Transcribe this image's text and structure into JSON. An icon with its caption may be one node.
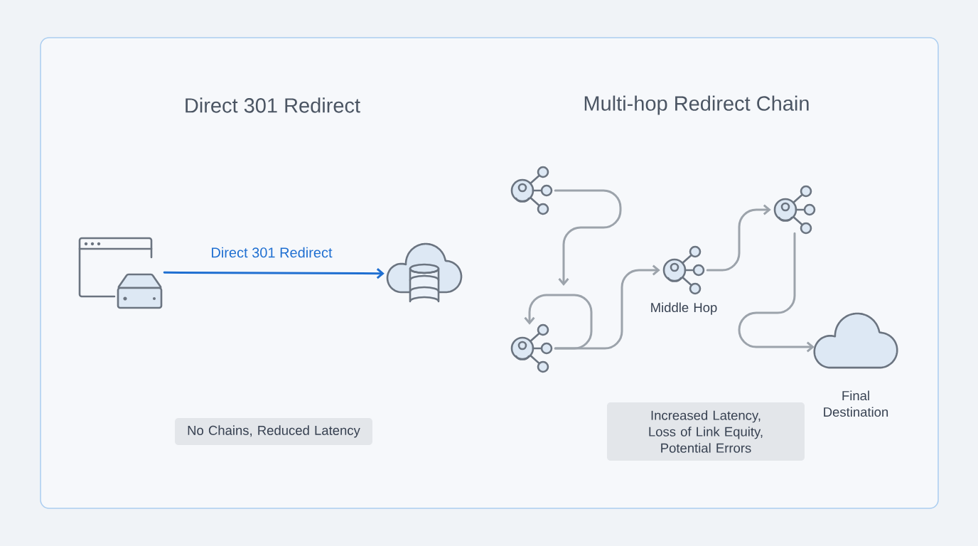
{
  "diagram": {
    "nodes": [
      {
        "text": [],
        "shape": "picture"
      },
      {
        "text": [],
        "shape": "cloud"
      },
      {
        "text": [],
        "shape": "picture"
      },
      {
        "text": [],
        "shape": "picture"
      },
      {
        "text": [
          "Middle Hop"
        ]
      },
      {
        "text": [],
        "shape": "picture"
      },
      {
        "text": [
          "Final Destination"
        ]
      },
      {
        "text": [
          "No Chains, Reduced Latency"
        ]
      },
      {
        "text": [
          "Increased Latency, Loss of Link Equity, Potential Errors"
        ]
      }
    ],
    "edges": [
      {
        "from": 0,
        "to": 1,
        "arrow": "to",
        "label": "Direct 301 Redirect",
        "color": "#1f6fd1"
      },
      {
        "from": 2,
        "to": 3,
        "arrow": "to"
      },
      {
        "from": 3,
        "to": 3,
        "arrow": "to"
      },
      {
        "from": 3,
        "to": 4,
        "arrow": "to"
      },
      {
        "from": 4,
        "to": 5,
        "arrow": "to"
      },
      {
        "from": 5,
        "to": 6,
        "arrow": "to"
      }
    ],
    "labels": [
      "Direct 301 Redirect",
      "Multi-hop Redirect Chain"
    ]
  }
}
